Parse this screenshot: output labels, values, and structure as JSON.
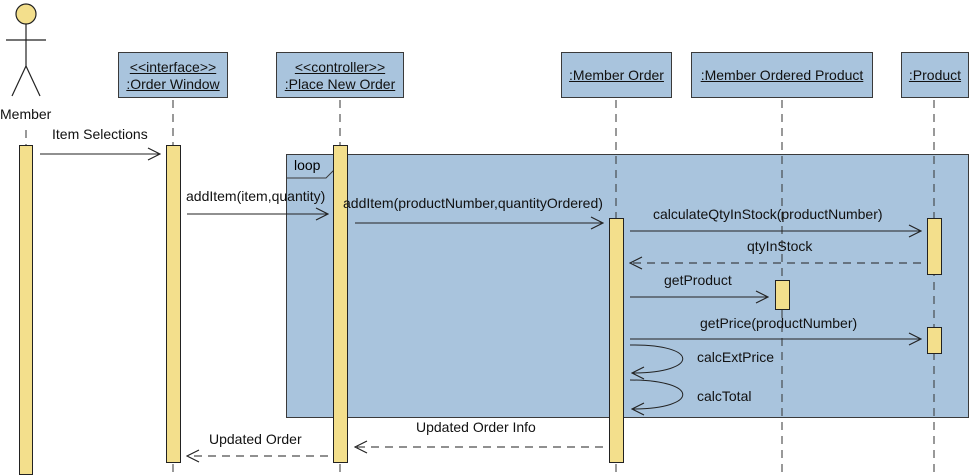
{
  "actor": {
    "label": "Member"
  },
  "lifelines": {
    "order_window": {
      "stereotype": "<<interface>>",
      "name": ":Order Window"
    },
    "place_new_order": {
      "stereotype": "<<controller>>",
      "name": ":Place New Order"
    },
    "member_order": {
      "name": ":Member Order"
    },
    "member_ordered_product": {
      "name": ":Member Ordered Product"
    },
    "product": {
      "name": ":Product"
    }
  },
  "fragment": {
    "label": "loop"
  },
  "messages": {
    "item_selections": "Item Selections",
    "add_item_1": "addItem(item,quantity)",
    "add_item_2": "addItem(productNumber,quantityOrdered)",
    "calc_qty": "calculateQtyInStock(productNumber)",
    "qty_in_stock": "qtyInStock",
    "get_product": "getProduct",
    "get_price": "getPrice(productNumber)",
    "calc_ext_price": "calcExtPrice",
    "calc_total": "calcTotal",
    "updated_order_info": "Updated Order Info",
    "updated_order": "Updated Order"
  },
  "colors": {
    "box_fill": "#a9c4dd",
    "activation_fill": "#f3df8c",
    "actor_head": "#f3df8c",
    "line": "#222222"
  }
}
